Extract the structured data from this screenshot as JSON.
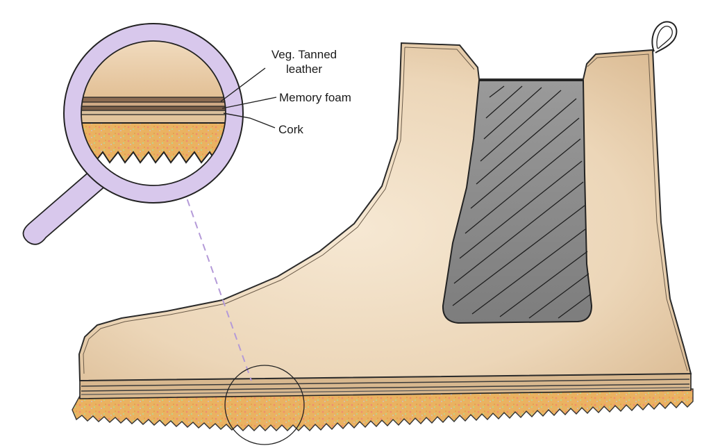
{
  "labels": {
    "leather_line1": "Veg. Tanned",
    "leather_line2": "leather",
    "memory_foam": "Memory foam",
    "cork": "Cork"
  },
  "colors": {
    "leather": "#ead3b4",
    "leather_shadow": "#d8b88f",
    "elastic_panel": "#8f8f8f",
    "cork_sole": "#eab261",
    "outline": "#222222",
    "magnifier": "#d8c8ec",
    "dashed_line": "#b49ad8"
  },
  "icons": {
    "magnifier": "magnifying-glass-icon",
    "pull_tab": "pull-loop-icon"
  }
}
